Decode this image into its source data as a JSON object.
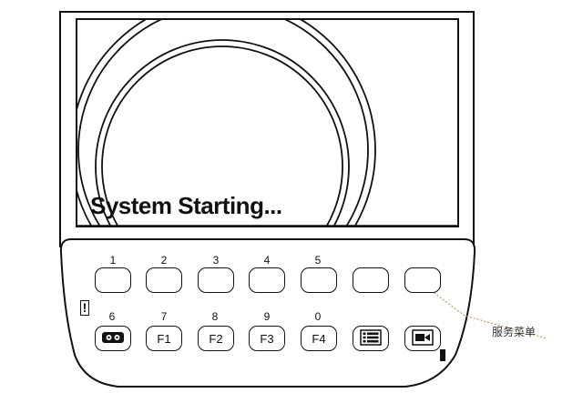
{
  "screen": {
    "startup_message": "System Starting..."
  },
  "keypad": {
    "top_row": [
      {
        "number": "1",
        "label": ""
      },
      {
        "number": "2",
        "label": ""
      },
      {
        "number": "3",
        "label": ""
      },
      {
        "number": "4",
        "label": ""
      },
      {
        "number": "5",
        "label": ""
      },
      {
        "number": "",
        "label": ""
      },
      {
        "number": "",
        "label": ""
      }
    ],
    "bottom_row": [
      {
        "number": "6",
        "label": "",
        "icon": "cassette-icon"
      },
      {
        "number": "7",
        "label": "F1"
      },
      {
        "number": "8",
        "label": "F2"
      },
      {
        "number": "9",
        "label": "F3"
      },
      {
        "number": "0",
        "label": "F4"
      },
      {
        "number": "",
        "label": "",
        "icon": "list-menu-icon"
      },
      {
        "number": "",
        "label": "",
        "icon": "video-camera-icon"
      }
    ],
    "warning_indicator": "!"
  },
  "annotation": {
    "label": "服务菜单"
  }
}
